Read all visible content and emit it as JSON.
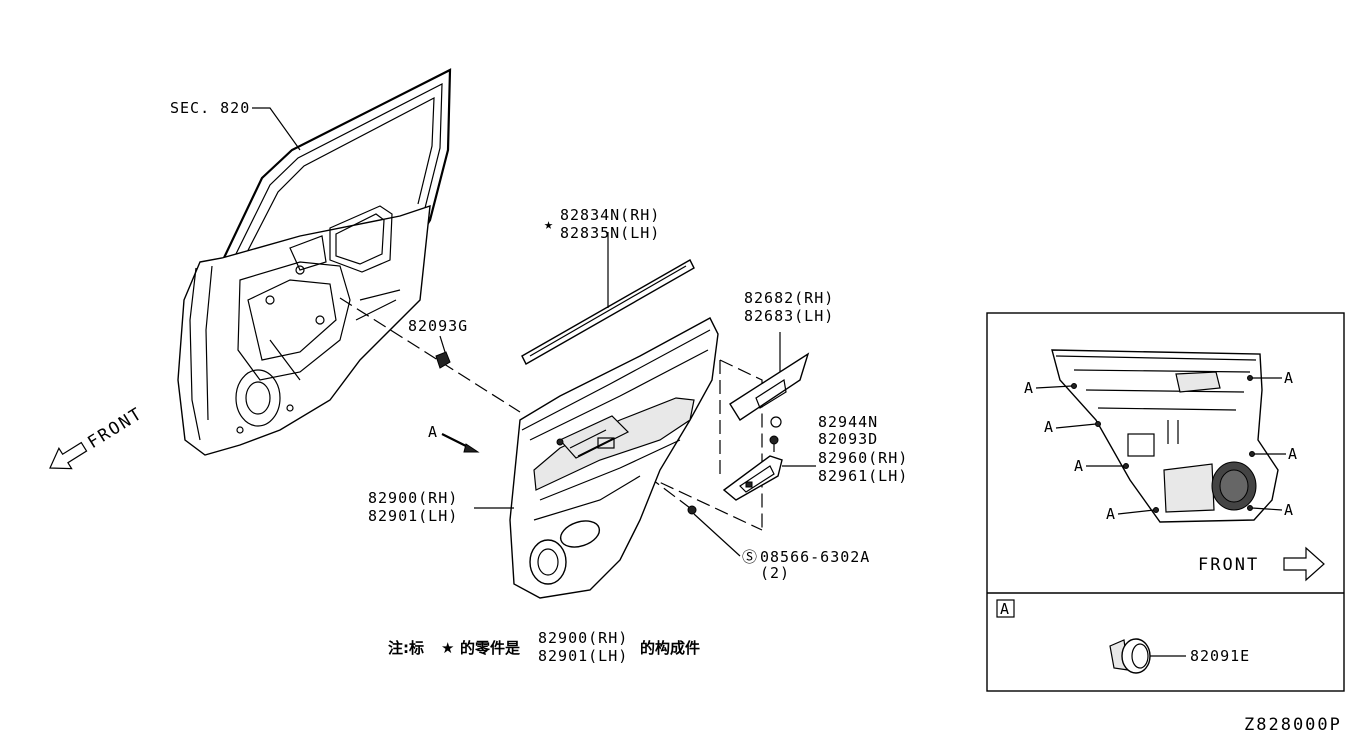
{
  "labels": {
    "sec": "SEC. 820",
    "front_left": "FRONT",
    "a_arrow": "A",
    "p82093g": "82093G",
    "p82834n": "82834N(RH)",
    "p82835n": "82835N(LH)",
    "star": "★",
    "p82682": "82682(RH)",
    "p82683": "82683(LH)",
    "p82944n": "82944N",
    "p82093d": "82093D",
    "p82960": "82960(RH)",
    "p82961": "82961(LH)",
    "p82900": "82900(RH)",
    "p82901": "82901(LH)",
    "screw_code": "08566-6302A",
    "screw_qty": "(2)",
    "screw_symbol": "Ⓢ"
  },
  "note": {
    "prefix": "注:标",
    "star": "★",
    "middle": "的零件是",
    "rh": "82900(RH)",
    "lh": "82901(LH)",
    "suffix": "的构成件"
  },
  "inset": {
    "a_labels": [
      "A",
      "A",
      "A",
      "A",
      "A",
      "A",
      "A"
    ],
    "front": "FRONT",
    "view_tag": "A",
    "clip_part": "82091E"
  },
  "diagram_code": "Z828000P"
}
